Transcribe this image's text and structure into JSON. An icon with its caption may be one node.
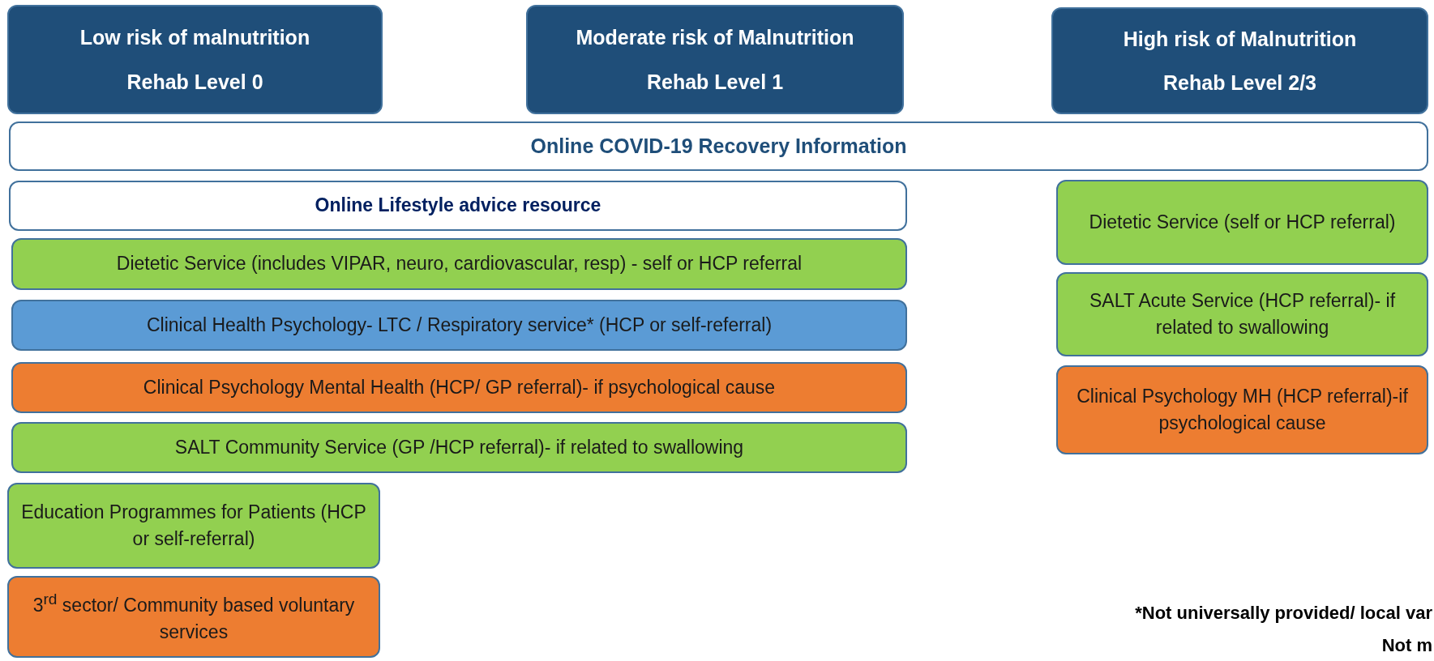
{
  "diagram": {
    "nodes": [
      {
        "text": [
          "Low risk of malnutrition",
          "Rehab Level 0"
        ]
      },
      {
        "text": [
          "Moderate risk of Malnutrition",
          "Rehab Level 1"
        ]
      },
      {
        "text": [
          "High risk of Malnutrition",
          "Rehab Level 2/3"
        ]
      },
      {
        "text": [
          "Online COVID-19 Recovery Information"
        ]
      },
      {
        "text": [
          "Online Lifestyle advice resource"
        ]
      },
      {
        "text": [
          "Dietetic Service (includes VIPAR, neuro, cardiovascular, resp) - self or HCP referral"
        ]
      },
      {
        "text": [
          "Clinical Health Psychology- LTC / Respiratory service* (HCP or self-referral)"
        ]
      },
      {
        "text": [
          "Clinical Psychology Mental Health (HCP/ GP referral)- if psychological cause"
        ]
      },
      {
        "text": [
          "SALT Community Service (GP /HCP referral)- if related to swallowing"
        ]
      },
      {
        "text": [
          "Education Programmes for Patients (HCP or self-referral)"
        ]
      },
      {
        "text": [
          "3$^{rd}$ sector/ Community based voluntary services"
        ]
      },
      {
        "text": [
          "Dietetic Service (self or HCP referral)"
        ]
      },
      {
        "text": [
          "SALT Acute Service (HCP referral)- if related to swallowing"
        ]
      },
      {
        "text": [
          "Clinical Psychology MH (HCP referral)-if psychological cause"
        ]
      }
    ],
    "labels": [
      "*Not universally provided/ local var",
      "Not m"
    ]
  }
}
